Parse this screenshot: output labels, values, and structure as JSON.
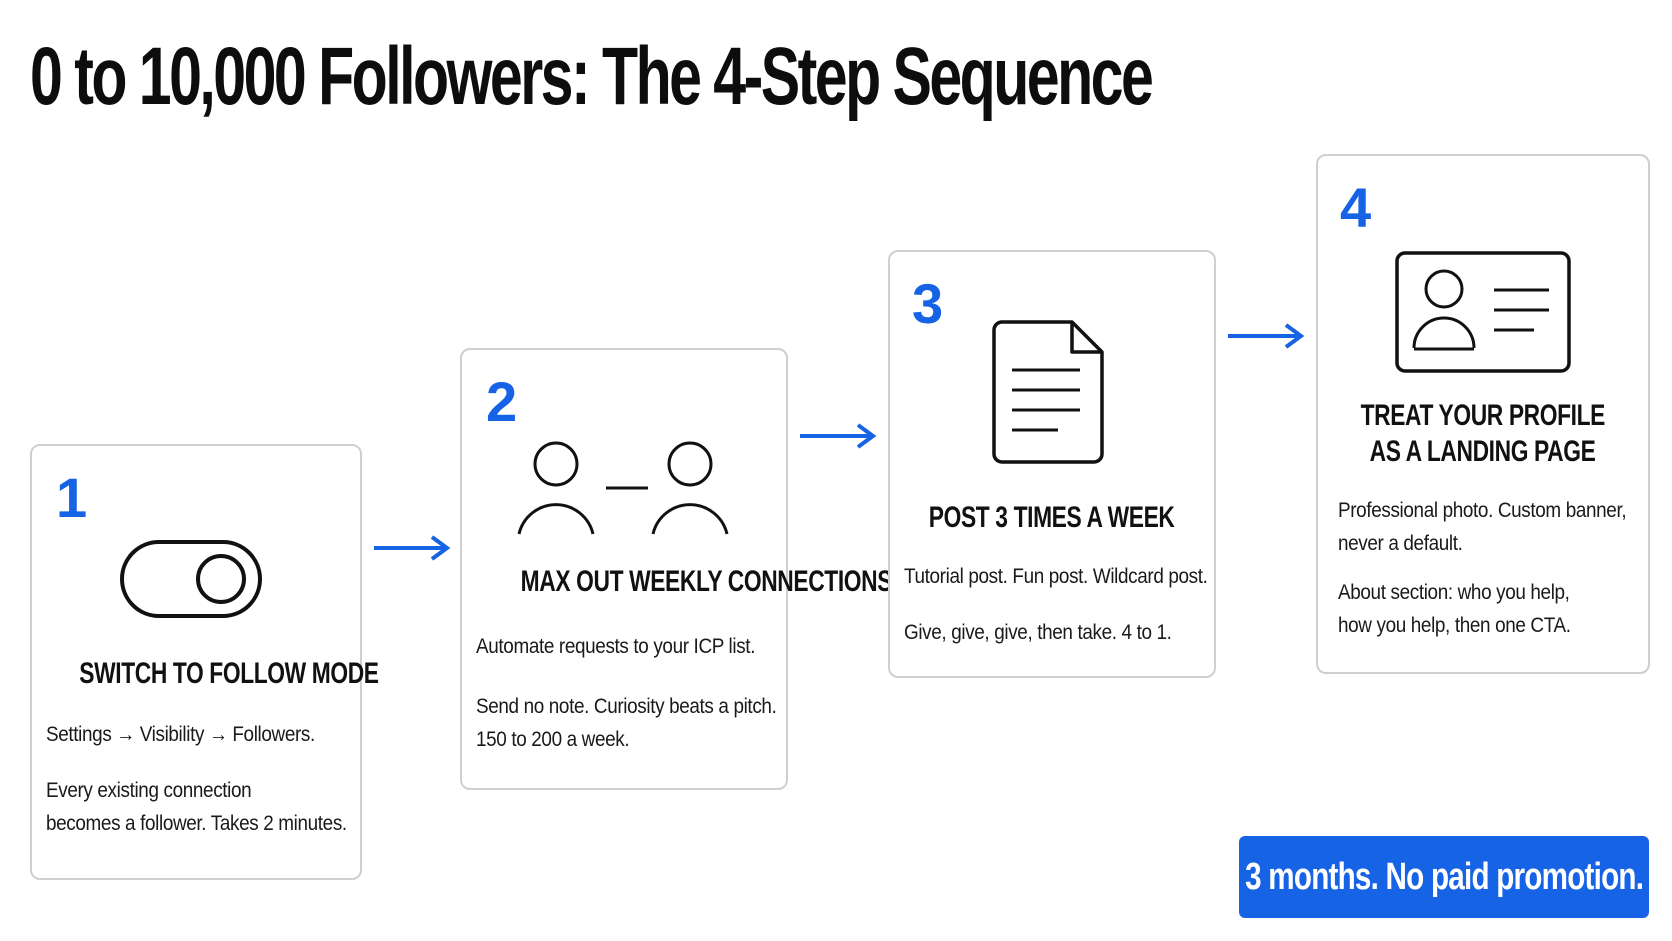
{
  "title": "0 to 10,000 Followers: The 4-Step Sequence",
  "accent_color": "#1763e6",
  "steps": [
    {
      "number": "1",
      "icon": "toggle-switch-icon",
      "title": "SWITCH TO FOLLOW MODE",
      "paragraphs": [
        [
          "Settings → Visibility → Followers."
        ],
        [
          "Every existing connection",
          "becomes a follower. Takes 2 minutes."
        ]
      ]
    },
    {
      "number": "2",
      "icon": "connected-people-icon",
      "title": "MAX OUT WEEKLY CONNECTIONS",
      "paragraphs": [
        [
          "Automate requests to your ICP list."
        ],
        [
          "Send no note. Curiosity beats a pitch.",
          "150 to 200 a week."
        ]
      ]
    },
    {
      "number": "3",
      "icon": "document-icon",
      "title": "POST 3 TIMES A WEEK",
      "paragraphs": [
        [
          "Tutorial post. Fun post. Wildcard post."
        ],
        [
          "Give, give, give, then take. 4 to 1."
        ]
      ]
    },
    {
      "number": "4",
      "icon": "profile-card-icon",
      "title_lines": [
        "TREAT YOUR PROFILE",
        "AS A LANDING PAGE"
      ],
      "paragraphs": [
        [
          "Professional photo. Custom banner,",
          "never a default."
        ],
        [
          "About section: who you help,",
          "how you help, then one CTA."
        ]
      ]
    }
  ],
  "footer_badge": "3 months. No paid promotion."
}
